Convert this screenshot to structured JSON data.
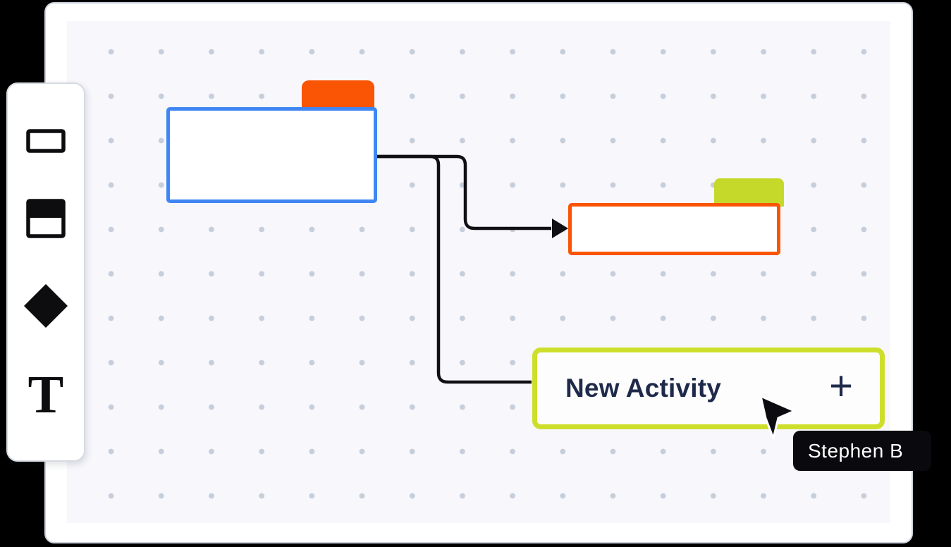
{
  "toolbar": {
    "tools": [
      {
        "name": "rectangle-tool",
        "shape": "rectangle-outline"
      },
      {
        "name": "card-tool",
        "shape": "rectangle-header-filled"
      },
      {
        "name": "decision-tool",
        "shape": "diamond-filled"
      },
      {
        "name": "text-tool",
        "shape": "text",
        "glyph": "T"
      }
    ]
  },
  "canvas": {
    "nodes": [
      {
        "id": "node-blue",
        "label": "",
        "border_color": "blue",
        "tab_color": "orange"
      },
      {
        "id": "node-orange",
        "label": "",
        "border_color": "orange",
        "tab_color": "lime"
      },
      {
        "id": "node-new-activity",
        "label": "New Activity",
        "action_glyph": "+",
        "border_color": "lime"
      }
    ],
    "connectors": [
      {
        "from": "node-blue",
        "to": "node-orange",
        "arrowhead": true
      },
      {
        "from": "node-blue",
        "to": "node-new-activity",
        "arrowhead": false
      }
    ]
  },
  "collaborator": {
    "name": "Stephen B"
  },
  "colors": {
    "accent-blue": "#3F86F3",
    "accent-orange": "#FA5405",
    "accent-lime": "#C5D92B",
    "lime-border": "#CDDF2B",
    "connector": "#101014",
    "canvas-bg": "#F7F7FC",
    "dot-color": "#C7CEDB",
    "text-navy": "#1F2A4B",
    "label-bg": "#0A0A0E"
  }
}
